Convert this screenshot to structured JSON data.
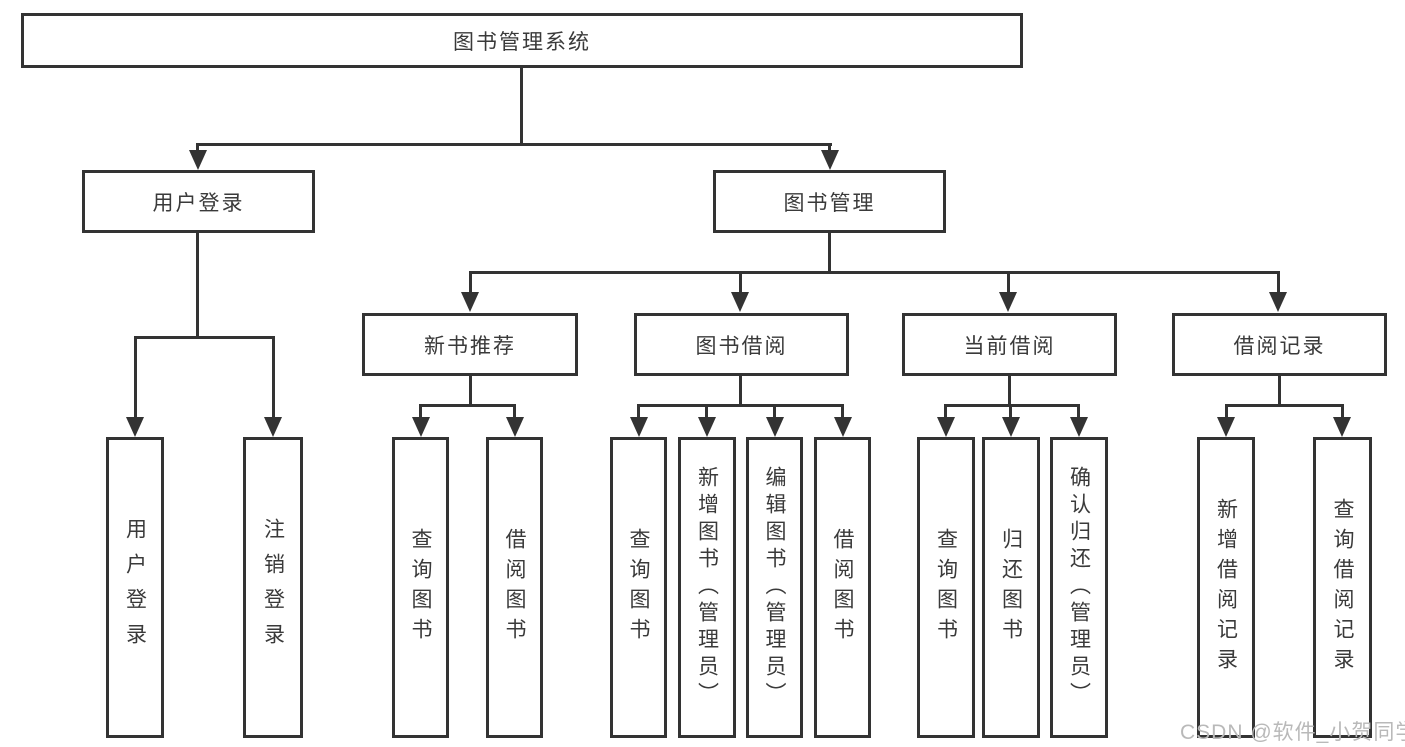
{
  "colors": {
    "line": "#333333",
    "node_border": "#333333",
    "node_text": "#3a3a3a",
    "background": "#ffffff",
    "watermark": "#b9b9b9"
  },
  "watermark": {
    "text": "CSDN @软件_小贺同学"
  },
  "diagram": {
    "root": {
      "label": "图书管理系统"
    },
    "branches": [
      {
        "label": "用户登录",
        "children": [
          {
            "label": "用户登录"
          },
          {
            "label": "注销登录"
          }
        ]
      },
      {
        "label": "图书管理",
        "children": [
          {
            "label": "新书推荐",
            "children": [
              {
                "label": "查询图书"
              },
              {
                "label": "借阅图书"
              }
            ]
          },
          {
            "label": "图书借阅",
            "children": [
              {
                "label": "查询图书"
              },
              {
                "label": "新增图书（管理员）"
              },
              {
                "label": "编辑图书（管理员）"
              },
              {
                "label": "借阅图书"
              }
            ]
          },
          {
            "label": "当前借阅",
            "children": [
              {
                "label": "查询图书"
              },
              {
                "label": "归还图书"
              },
              {
                "label": "确认归还（管理员）"
              }
            ]
          },
          {
            "label": "借阅记录",
            "children": [
              {
                "label": "新增借阅记录"
              },
              {
                "label": "查询借阅记录"
              }
            ]
          }
        ]
      }
    ]
  }
}
